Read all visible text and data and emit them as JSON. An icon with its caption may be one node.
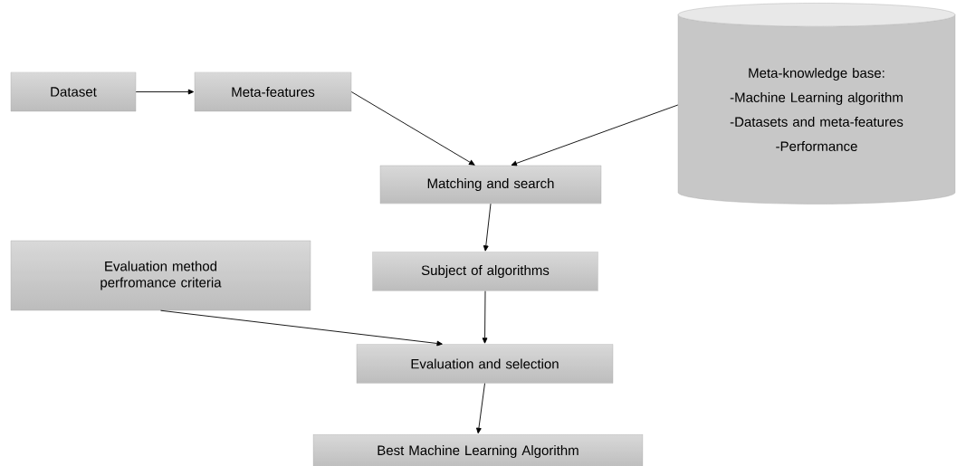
{
  "diagram": {
    "nodes": [
      {
        "text": [
          "Dataset"
        ]
      },
      {
        "text": [
          "Meta-features"
        ]
      },
      {
        "text": [
          "Meta-knowledge base:",
          "-Machine Learning algorithm",
          "-Datasets and meta-features",
          "-Performance"
        ]
      },
      {
        "text": [
          "Matching and search"
        ]
      },
      {
        "text": [
          "Subject of algorithms"
        ]
      },
      {
        "text": [
          "Evaluation method perfromance criteria"
        ]
      },
      {
        "text": [
          "Evaluation and selection"
        ]
      },
      {
        "text": [
          "Best Machine Learning Algorithm"
        ]
      }
    ],
    "edges": [
      {
        "from": 0,
        "to": 1,
        "arrow": "to"
      },
      {
        "from": 1,
        "to": 3,
        "arrow": "to"
      },
      {
        "from": 2,
        "to": 3,
        "arrow": "to"
      },
      {
        "from": 3,
        "to": 4,
        "arrow": "to"
      },
      {
        "from": 4,
        "to": 6,
        "arrow": "to"
      },
      {
        "from": 5,
        "to": 6,
        "arrow": "to"
      },
      {
        "from": 6,
        "to": 7,
        "arrow": "to"
      }
    ]
  }
}
